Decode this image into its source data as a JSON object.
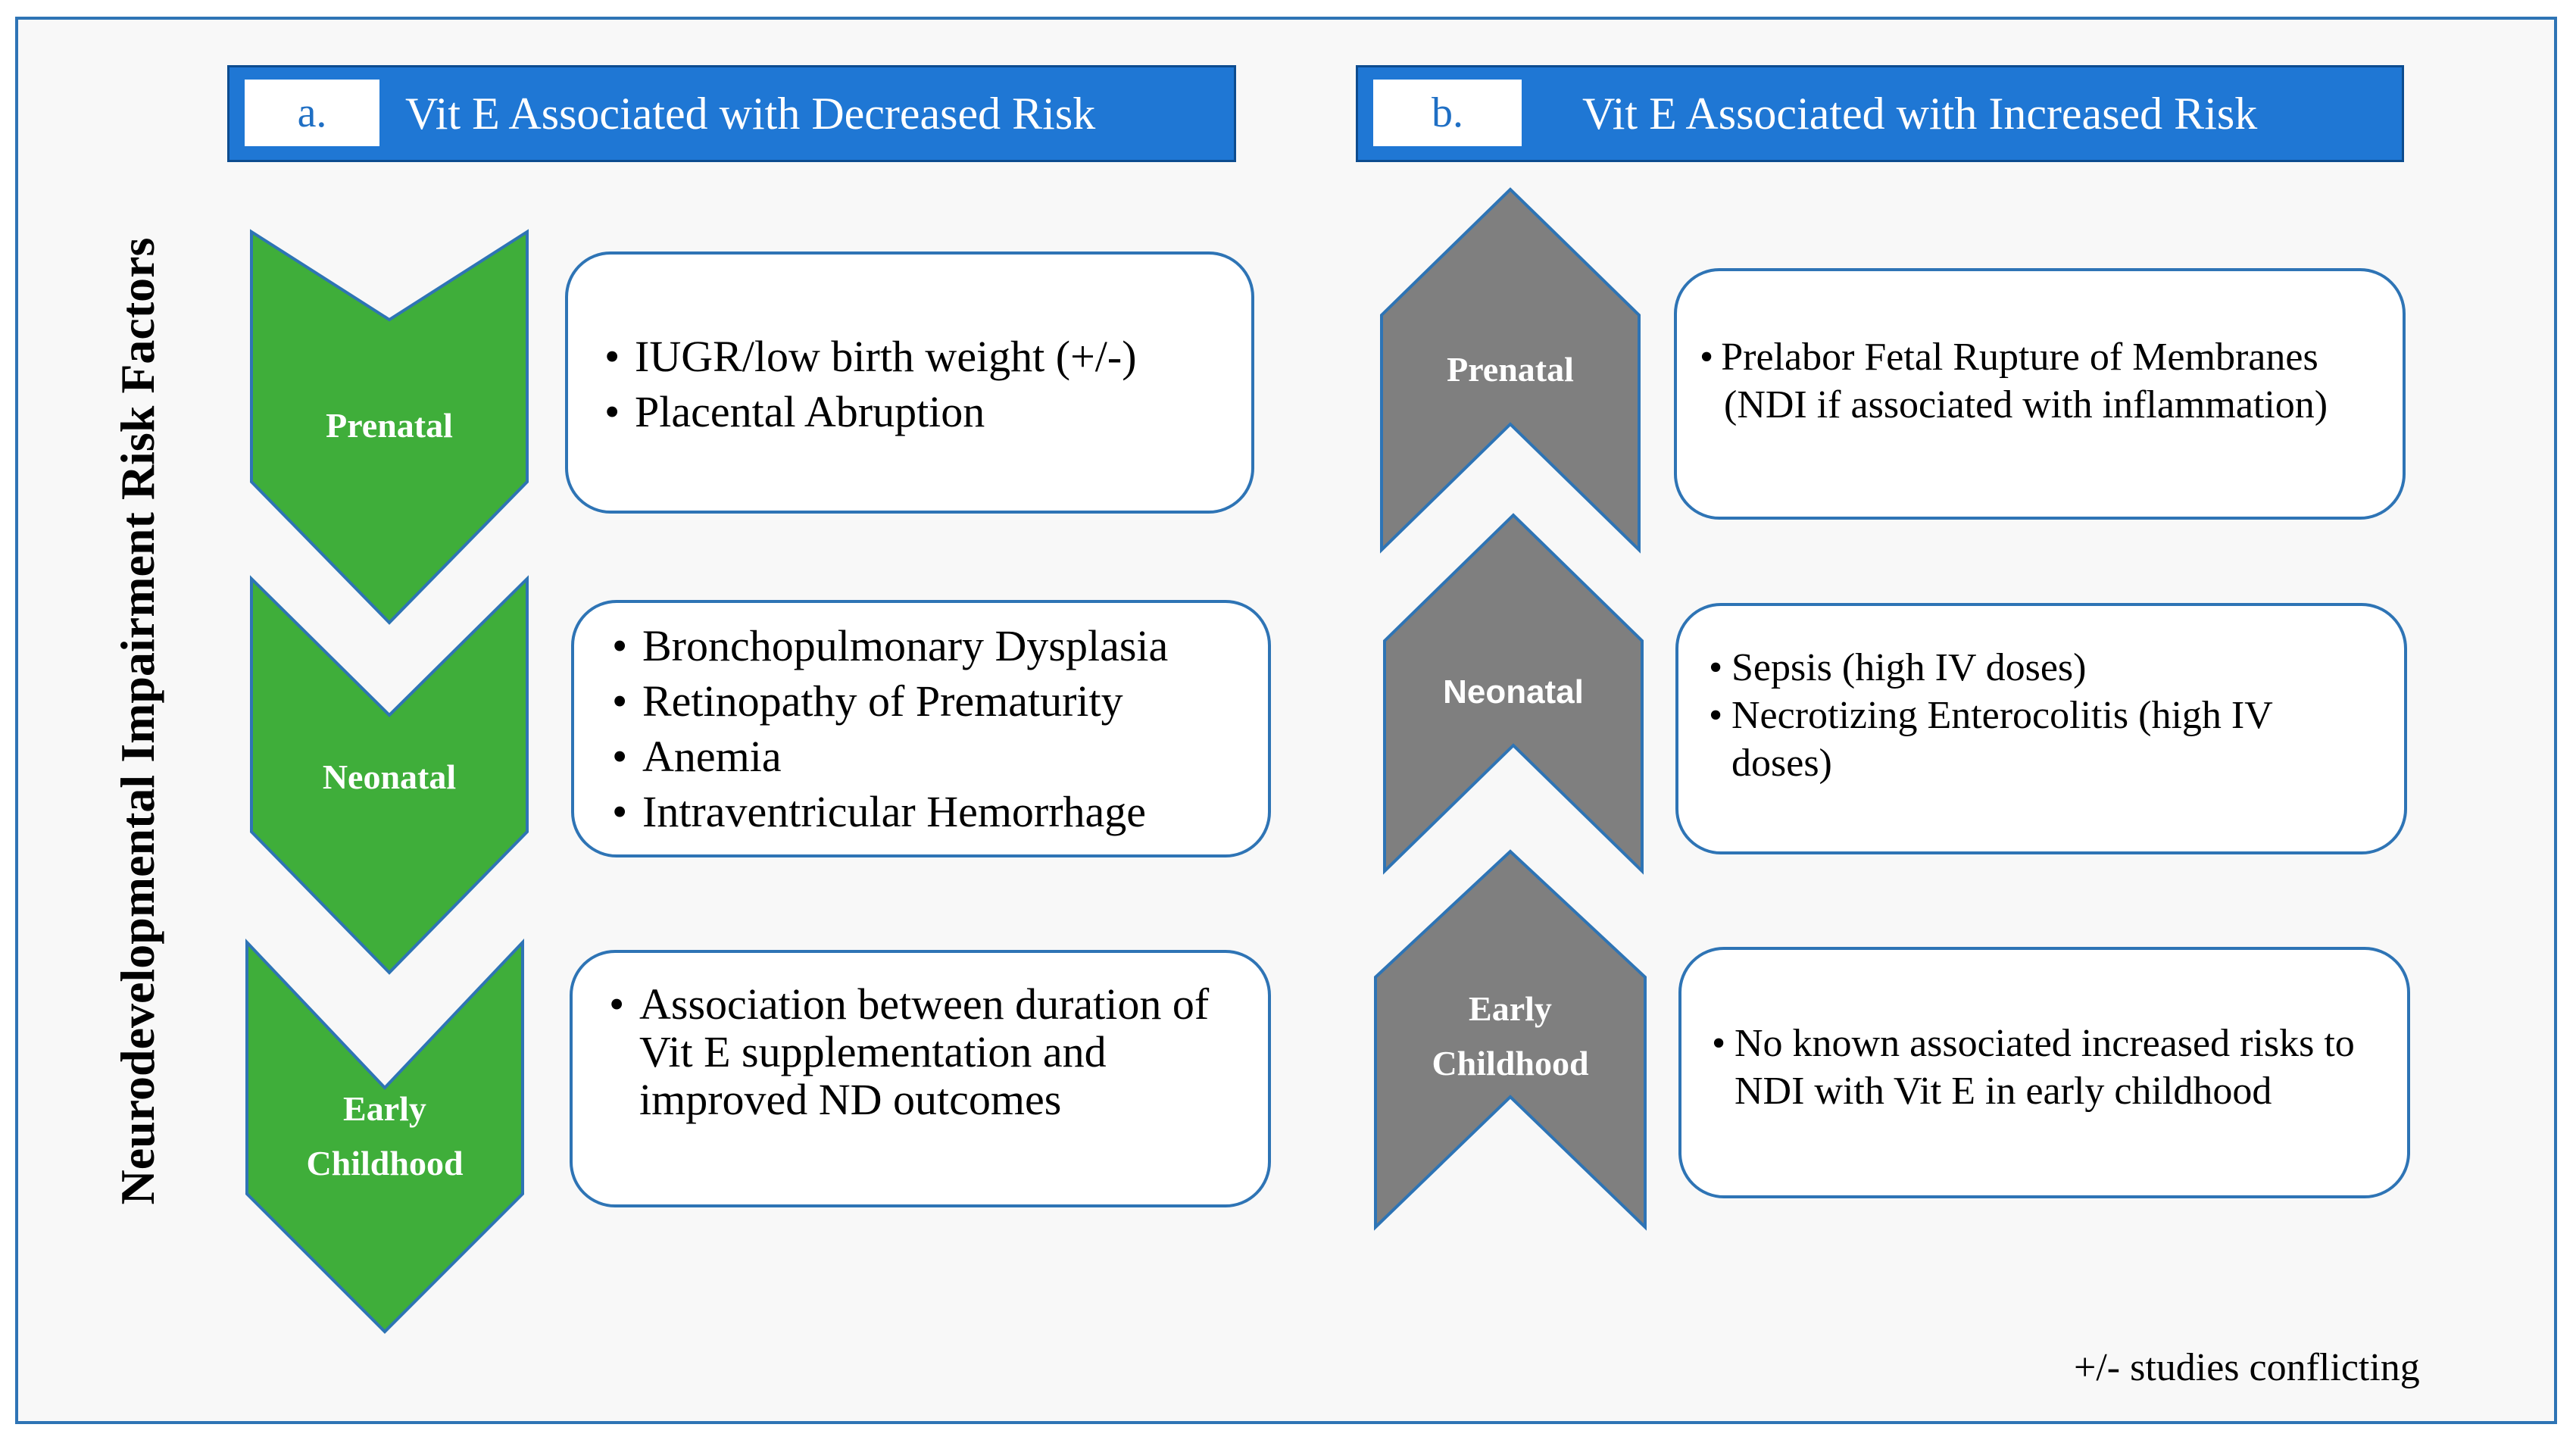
{
  "side_label": "Neurodevelopmental Impairment Risk Factors",
  "panel_a": {
    "tag": "a.",
    "title": "Vit E Associated with Decreased Risk",
    "stages": [
      {
        "label_lines": [
          "Prenatal"
        ],
        "items": [
          "IUGR/low birth weight (+/-)",
          "Placental Abruption"
        ]
      },
      {
        "label_lines": [
          "Neonatal"
        ],
        "items": [
          "Bronchopulmonary Dysplasia",
          "Retinopathy of Prematurity",
          "Anemia",
          "Intraventricular Hemorrhage"
        ]
      },
      {
        "label_lines": [
          "Early",
          "Childhood"
        ],
        "items": [
          "Association between duration of Vit E supplementation and improved ND outcomes"
        ]
      }
    ]
  },
  "panel_b": {
    "tag": "b.",
    "title": "Vit E Associated with Increased Risk",
    "stages": [
      {
        "label_lines": [
          "Prenatal"
        ],
        "items": [
          "Prelabor Fetal Rupture of Membranes (NDI if associated with inflammation)"
        ]
      },
      {
        "label_lines": [
          "Neonatal"
        ],
        "items": [
          "Sepsis (high IV doses)",
          "Necrotizing Enterocolitis (high IV doses)"
        ]
      },
      {
        "label_lines": [
          "Early",
          "Childhood"
        ],
        "items": [
          "No known associated increased risks to NDI with Vit E in early childhood"
        ]
      }
    ]
  },
  "footnote": "+/- studies conflicting",
  "colors": {
    "frame_border": "#2e74b5",
    "header_fill": "#1f77d4",
    "green_chevron": "#3fae3a",
    "gray_chevron": "#7f7f7f",
    "shape_outline": "#2e74b5"
  }
}
